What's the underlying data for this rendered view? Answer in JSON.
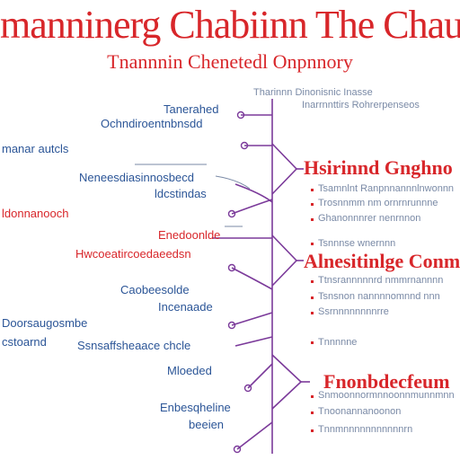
{
  "title": "manninerg Chabiinn The Chaut",
  "subtitle": "Tnannnin Chenetedl Onpnnory",
  "top_note": {
    "line1": "Tharinnn Dinonisnic Inasse",
    "line2": "Inarrnnttirs Rohrerpenseos"
  },
  "left_labels": [
    {
      "text": "Tanerahed",
      "color": "blue"
    },
    {
      "text": "Ochndiroentnbnsdd",
      "color": "blue"
    },
    {
      "text": "manar autcls",
      "color": "blue"
    },
    {
      "text": "Neneesdiasinnosbecd",
      "color": "blue"
    },
    {
      "text": "ldcstindas",
      "color": "blue"
    },
    {
      "text": "ldonnanooch",
      "color": "red"
    },
    {
      "text": "Enedoonlde",
      "color": "red"
    },
    {
      "text": "Hwcoeatircoedaeedsn",
      "color": "red"
    },
    {
      "text": "Caobeesolde",
      "color": "blue"
    },
    {
      "text": "Incenaade",
      "color": "blue"
    },
    {
      "text": "Doorsaugosmbe",
      "color": "blue"
    },
    {
      "text": "cstoarnd",
      "color": "blue"
    },
    {
      "text": "Ssnsaffsheaace chcle",
      "color": "blue"
    },
    {
      "text": "Mloeded",
      "color": "blue"
    },
    {
      "text": "Enbesqheline",
      "color": "blue"
    },
    {
      "text": "beeien",
      "color": "blue"
    }
  ],
  "sections": [
    {
      "heading": "Hsirinnd Gnghno",
      "items": [
        "Tsamnlnt Ranpnnannnlnwonnn",
        "Trosnnmm nm ornrnrunnne",
        "Ghanonnnrer nenrnnon",
        "Tsnnnse wnernnn"
      ]
    },
    {
      "heading": "Alnesitinlge Conm",
      "items": [
        "Ttnsrannnnnrd nmmrnannnn",
        "Tsnsnon nannnnomnnd nnn",
        "Ssrnnnnnnnnrre",
        "Tnnnnne"
      ]
    },
    {
      "heading": "Fnonbdecfeum",
      "items": [
        "Snmoonnormnnoonnmunnmnn",
        "Tnoonannanoonon",
        "Tnnmnnnnnnnnnnnrn"
      ]
    }
  ],
  "colors": {
    "red": "#d8262a",
    "blue": "#2b5597",
    "purple": "#7b3a9a",
    "gray": "#7a8aa6"
  }
}
